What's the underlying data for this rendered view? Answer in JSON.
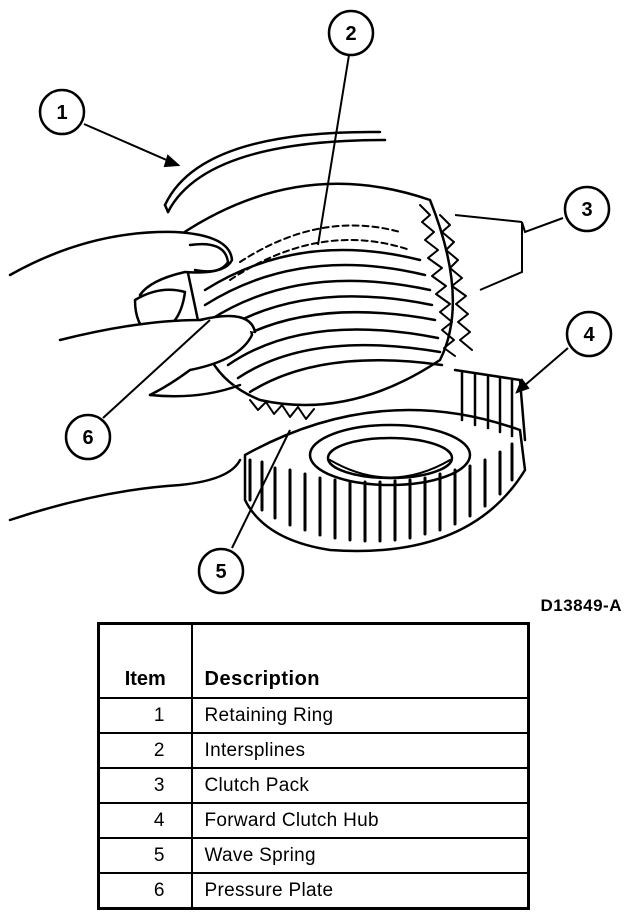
{
  "figure_id": "D13849-A",
  "callouts": [
    {
      "number": "1",
      "label": "1"
    },
    {
      "number": "2",
      "label": "2"
    },
    {
      "number": "3",
      "label": "3"
    },
    {
      "number": "4",
      "label": "4"
    },
    {
      "number": "5",
      "label": "5"
    },
    {
      "number": "6",
      "label": "6"
    }
  ],
  "legend": {
    "headers": {
      "item": "Item",
      "description": "Description"
    },
    "rows": [
      {
        "item": "1",
        "description": "Retaining Ring"
      },
      {
        "item": "2",
        "description": "Intersplines"
      },
      {
        "item": "3",
        "description": "Clutch Pack"
      },
      {
        "item": "4",
        "description": "Forward Clutch Hub"
      },
      {
        "item": "5",
        "description": "Wave Spring"
      },
      {
        "item": "6",
        "description": "Pressure Plate"
      }
    ]
  },
  "colors": {
    "ink": "#000000",
    "paper": "#ffffff"
  }
}
